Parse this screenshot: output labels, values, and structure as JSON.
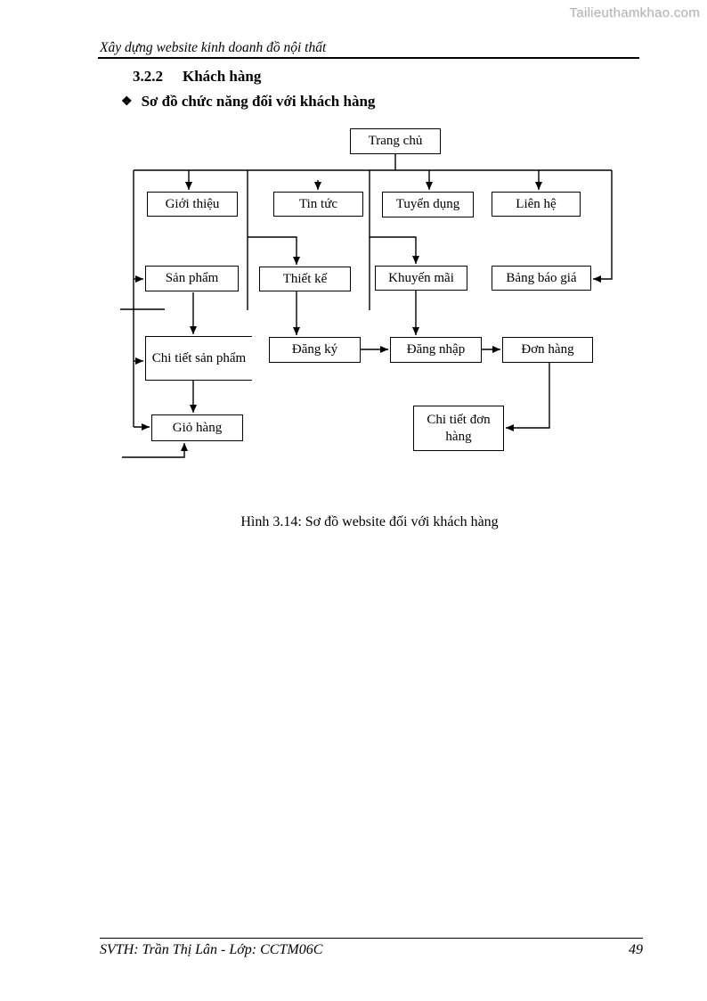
{
  "watermark": "Tailieuthamkhao.com",
  "header": {
    "title": "Xây dựng website kinh doanh đồ nội thất"
  },
  "section": {
    "number": "3.2.2",
    "title": "Khách hàng"
  },
  "bullet": {
    "marker": "❖",
    "text": "Sơ đồ chức năng đối với khách hàng"
  },
  "diagram": {
    "type": "sitemap-flowchart",
    "nodes": {
      "trang_chu": {
        "label": "Trang chủ"
      },
      "gioi_thieu": {
        "label": "Giới thiệu"
      },
      "tin_tuc": {
        "label": "Tin tức"
      },
      "tuyen_dung": {
        "label": "Tuyển dụng"
      },
      "lien_he": {
        "label": "Liên hệ"
      },
      "san_pham": {
        "label": "Sản phẩm"
      },
      "thiet_ke": {
        "label": "Thiết kế"
      },
      "khuyen_mai": {
        "label": "Khuyến mãi"
      },
      "bang_bao_gia": {
        "label": "Bảng báo giá"
      },
      "chi_tiet_san_pham": {
        "label": "Chi tiết sản phẩm"
      },
      "dang_ky": {
        "label": "Đăng ký"
      },
      "dang_nhap": {
        "label": "Đăng nhập"
      },
      "don_hang": {
        "label": "Đơn hàng"
      },
      "gio_hang": {
        "label": "Giỏ hàng"
      },
      "chi_tiet_don_hang": {
        "label": "Chi tiết đơn hàng"
      }
    },
    "edges": [
      "Trang chủ -> Giới thiệu",
      "Trang chủ -> Tin tức",
      "Trang chủ -> Tuyển dụng",
      "Trang chủ -> Liên hệ",
      "Trang chủ -> Bảng báo giá",
      "Trang chủ -> Sản phẩm",
      "Tin tức -> Thiết kế",
      "Tuyển dụng -> Khuyến mãi",
      "Sản phẩm -> Chi tiết sản phẩm",
      "Thiết kế -> Đăng ký",
      "Khuyến mãi -> Đăng nhập",
      "Đăng ký -> Đăng nhập",
      "Đăng nhập -> Đơn hàng",
      "Chi tiết sản phẩm -> Giỏ hàng",
      "Đơn hàng -> Chi tiết đơn hàng"
    ]
  },
  "caption": "Hình 3.14: Sơ đồ website đối với khách hàng",
  "footer": {
    "left": "SVTH: Trần Thị Lân - Lớp: CCTM06C",
    "page": "49"
  },
  "colors": {
    "ink": "#000000",
    "watermark_gray": "#b4b4b4",
    "paper": "#ffffff"
  }
}
